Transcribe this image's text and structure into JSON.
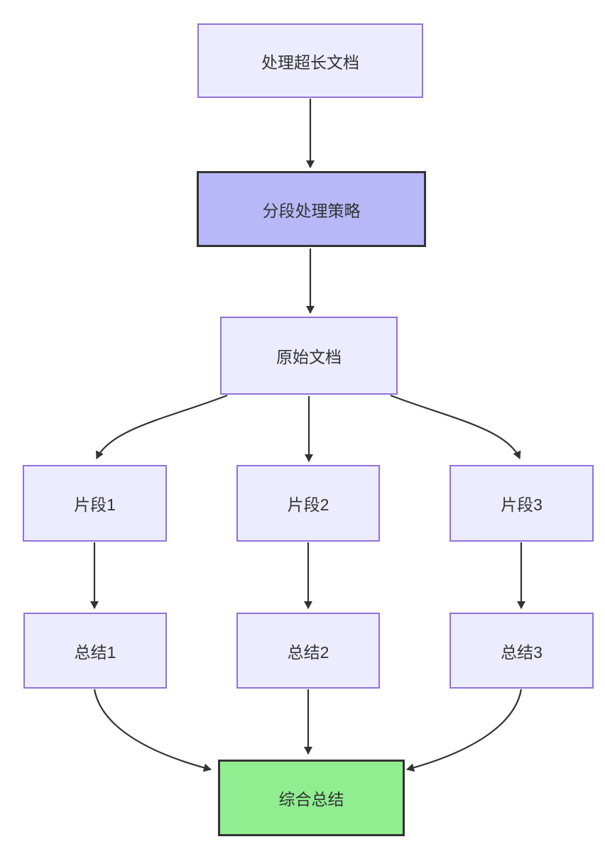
{
  "diagram": {
    "type": "flowchart",
    "direction": "top-down",
    "nodes": {
      "a": {
        "label": "处理超长文档",
        "style": "default"
      },
      "b": {
        "label": "分段处理策略",
        "style": "emphasis"
      },
      "c": {
        "label": "原始文档",
        "style": "default"
      },
      "d1": {
        "label": "片段1",
        "style": "default"
      },
      "d2": {
        "label": "片段2",
        "style": "default"
      },
      "d3": {
        "label": "片段3",
        "style": "default"
      },
      "e1": {
        "label": "总结1",
        "style": "default"
      },
      "e2": {
        "label": "总结2",
        "style": "default"
      },
      "e3": {
        "label": "总结3",
        "style": "default"
      },
      "f": {
        "label": "综合总结",
        "style": "success"
      }
    },
    "edges": [
      {
        "from": "处理超长文档",
        "to": "分段处理策略"
      },
      {
        "from": "分段处理策略",
        "to": "原始文档"
      },
      {
        "from": "原始文档",
        "to": "片段1"
      },
      {
        "from": "原始文档",
        "to": "片段2"
      },
      {
        "from": "原始文档",
        "to": "片段3"
      },
      {
        "from": "片段1",
        "to": "总结1"
      },
      {
        "from": "片段2",
        "to": "总结2"
      },
      {
        "from": "片段3",
        "to": "总结3"
      },
      {
        "from": "总结1",
        "to": "综合总结"
      },
      {
        "from": "总结2",
        "to": "综合总结"
      },
      {
        "from": "总结3",
        "to": "综合总结"
      }
    ],
    "colors": {
      "background": "#ffffff",
      "node_fill": "#ECECFF",
      "node_border": "#9370DB",
      "emphasis_fill": "#b8b8f8",
      "emphasis_border": "#333333",
      "success_fill": "#90EE90",
      "success_border": "#333333",
      "edge": "#333333",
      "text": "#333333"
    }
  }
}
